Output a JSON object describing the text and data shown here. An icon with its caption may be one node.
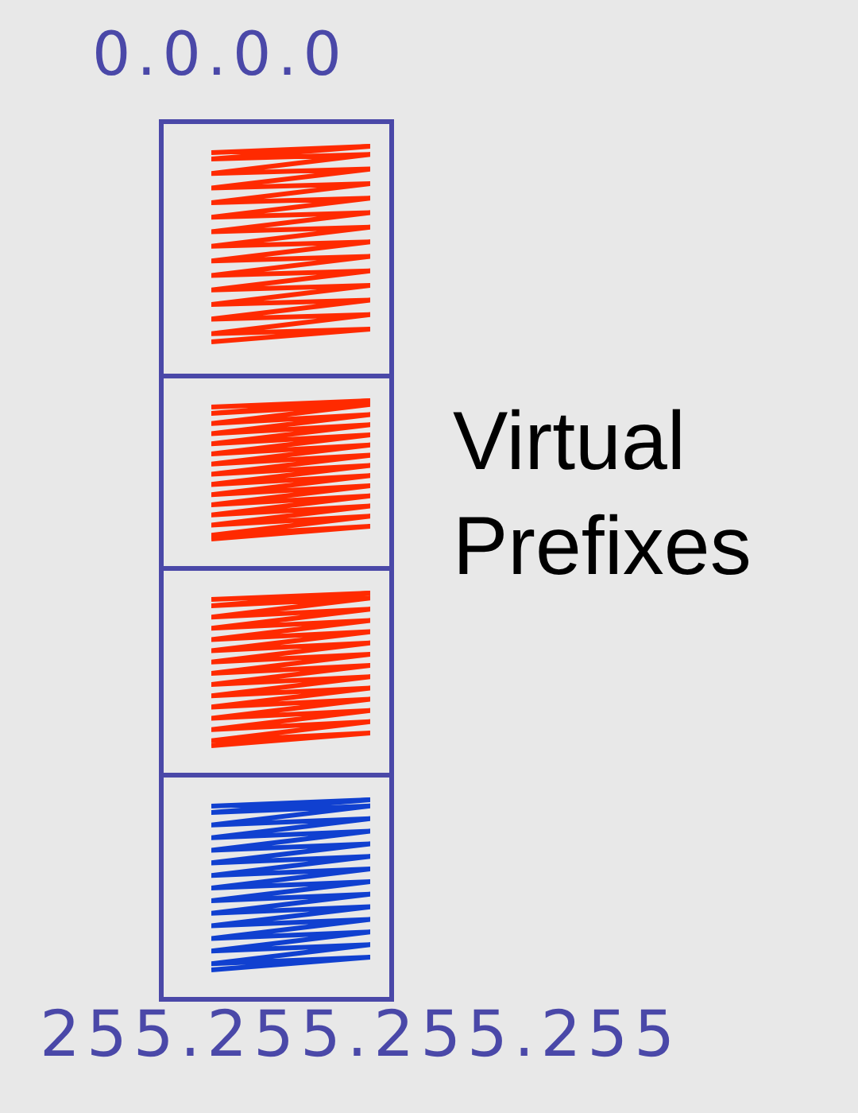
{
  "diagram": {
    "nodes": [
      {
        "text": [],
        "shape": "box"
      },
      {
        "text": [],
        "shape": "box",
        "in": 0
      },
      {
        "text": [],
        "shape": "box",
        "in": 0
      },
      {
        "text": [],
        "shape": "box",
        "in": 0
      },
      {
        "text": [],
        "shape": "box",
        "in": 0
      }
    ],
    "labels": [
      "0.0.0.0",
      "Virtual Prefixes",
      "255.255.255.255"
    ]
  }
}
